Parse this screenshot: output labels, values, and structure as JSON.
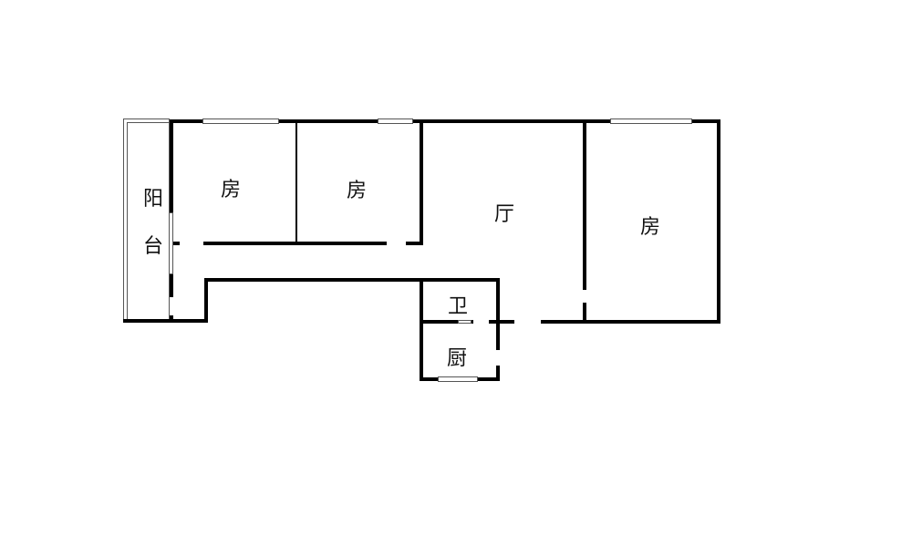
{
  "title": "户型图",
  "rooms": [
    {
      "id": "balcony",
      "label_top": "阳",
      "label_bottom": "台"
    },
    {
      "id": "bedroom-1",
      "label": "房"
    },
    {
      "id": "bedroom-2",
      "label": "房"
    },
    {
      "id": "living-room",
      "label": "厅"
    },
    {
      "id": "bedroom-3",
      "label": "房"
    },
    {
      "id": "bathroom",
      "label": "卫"
    },
    {
      "id": "kitchen",
      "label": "厨"
    }
  ],
  "colors": {
    "wall": "#000000",
    "window": "#555555",
    "background": "#ffffff"
  }
}
